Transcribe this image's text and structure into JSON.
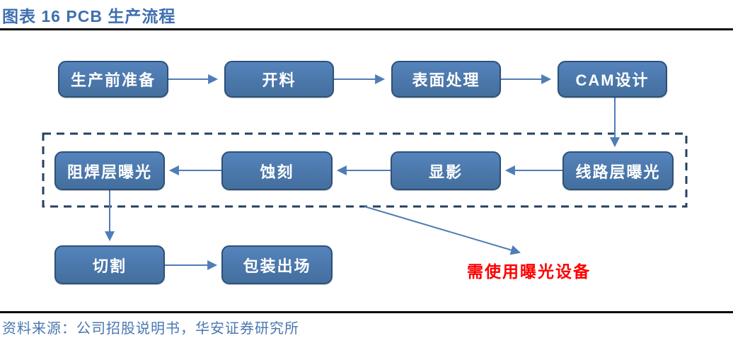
{
  "header": {
    "title": "图表 16 PCB 生产流程"
  },
  "flow": {
    "nodes": [
      {
        "id": "prep",
        "label": "生产前准备"
      },
      {
        "id": "cut-material",
        "label": "开料"
      },
      {
        "id": "surface",
        "label": "表面处理"
      },
      {
        "id": "cam",
        "label": "CAM设计"
      },
      {
        "id": "solder-exposure",
        "label": "阻焊层曝光"
      },
      {
        "id": "etching",
        "label": "蚀刻"
      },
      {
        "id": "developing",
        "label": "显影"
      },
      {
        "id": "circuit-exposure",
        "label": "线路层曝光"
      },
      {
        "id": "cutting",
        "label": "切割"
      },
      {
        "id": "packaging",
        "label": "包装出场"
      }
    ],
    "edges": [
      {
        "from": "prep",
        "to": "cut-material"
      },
      {
        "from": "cut-material",
        "to": "surface"
      },
      {
        "from": "surface",
        "to": "cam"
      },
      {
        "from": "cam",
        "to": "circuit-exposure"
      },
      {
        "from": "circuit-exposure",
        "to": "developing"
      },
      {
        "from": "developing",
        "to": "etching"
      },
      {
        "from": "etching",
        "to": "solder-exposure"
      },
      {
        "from": "solder-exposure",
        "to": "cutting"
      },
      {
        "from": "cutting",
        "to": "packaging"
      },
      {
        "from": "dashed-region",
        "to": "annotation"
      }
    ],
    "dashed_region_note": "虚线框内工序需使用曝光设备"
  },
  "annotation": {
    "label": "需使用曝光设备",
    "color": "#fe0000"
  },
  "footer": {
    "source": "资料来源：公司招股说明书，华安证券研究所"
  },
  "colors": {
    "title_text": "#3e6fb1",
    "node_fill": "#4a76a9",
    "node_border": "#2d5079",
    "node_text": "#ffffff",
    "arrow": "#4f7db5",
    "dashed_border": "#24405f",
    "annotation_text": "#fe0000",
    "source_text": "#4a77b0",
    "rule": "#0a0a0a"
  }
}
